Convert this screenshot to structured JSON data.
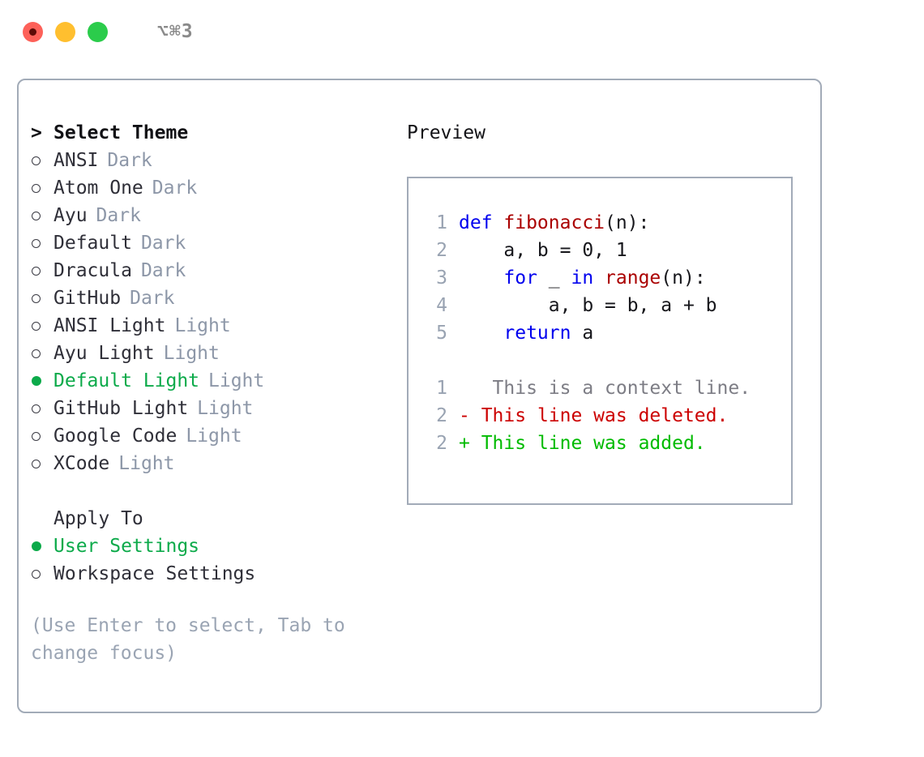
{
  "titlebar": {
    "shortcut": "⌥⌘3",
    "buttons": [
      {
        "name": "close",
        "color": "#fd6159"
      },
      {
        "name": "minimize",
        "color": "#ffbf2f"
      },
      {
        "name": "maximize",
        "color": "#2bcc4b"
      }
    ]
  },
  "theme_picker": {
    "prompt_marker": ">",
    "heading": "Select Theme",
    "items": [
      {
        "marker": "o",
        "name": "ANSI",
        "badge": "Dark",
        "selected": false
      },
      {
        "marker": "o",
        "name": "Atom One",
        "badge": "Dark",
        "selected": false
      },
      {
        "marker": "o",
        "name": "Ayu",
        "badge": "Dark",
        "selected": false
      },
      {
        "marker": "o",
        "name": "Default",
        "badge": "Dark",
        "selected": false
      },
      {
        "marker": "o",
        "name": "Dracula",
        "badge": "Dark",
        "selected": false
      },
      {
        "marker": "o",
        "name": "GitHub",
        "badge": "Dark",
        "selected": false
      },
      {
        "marker": "o",
        "name": "ANSI Light",
        "badge": "Light",
        "selected": false
      },
      {
        "marker": "o",
        "name": "Ayu Light",
        "badge": "Light",
        "selected": false
      },
      {
        "marker": "●",
        "name": "Default Light",
        "badge": "Light",
        "selected": true
      },
      {
        "marker": "o",
        "name": "GitHub Light",
        "badge": "Light",
        "selected": false
      },
      {
        "marker": "o",
        "name": "Google Code",
        "badge": "Light",
        "selected": false
      },
      {
        "marker": "o",
        "name": "XCode",
        "badge": "Light",
        "selected": false
      }
    ]
  },
  "apply_to": {
    "heading": "Apply To",
    "options": [
      {
        "marker": "●",
        "label": "User Settings",
        "selected": true
      },
      {
        "marker": "o",
        "label": "Workspace Settings",
        "selected": false
      }
    ]
  },
  "hint": "(Use Enter to select, Tab to change focus)",
  "preview": {
    "title": "Preview",
    "code_lines": [
      {
        "num": "1",
        "tokens": [
          {
            "text": "def ",
            "type": "keyword"
          },
          {
            "text": "fibonacci",
            "type": "function"
          },
          {
            "text": "(n):",
            "type": "plain"
          }
        ]
      },
      {
        "num": "2",
        "tokens": [
          {
            "text": "    a, b = 0, 1",
            "type": "plain"
          }
        ]
      },
      {
        "num": "3",
        "tokens": [
          {
            "text": "    ",
            "type": "plain"
          },
          {
            "text": "for",
            "type": "keyword"
          },
          {
            "text": " _ ",
            "type": "plain"
          },
          {
            "text": "in",
            "type": "keyword"
          },
          {
            "text": " ",
            "type": "plain"
          },
          {
            "text": "range",
            "type": "function"
          },
          {
            "text": "(n):",
            "type": "plain"
          }
        ]
      },
      {
        "num": "4",
        "tokens": [
          {
            "text": "        a, b = b, a + b",
            "type": "plain"
          }
        ]
      },
      {
        "num": "5",
        "tokens": [
          {
            "text": "    ",
            "type": "plain"
          },
          {
            "text": "return",
            "type": "keyword"
          },
          {
            "text": " a",
            "type": "plain"
          }
        ]
      }
    ],
    "diff_lines": [
      {
        "num": "1",
        "sign": " ",
        "text": "  This is a context line.",
        "type": "context"
      },
      {
        "num": "2",
        "sign": "-",
        "text": " This line was deleted.",
        "type": "deleted"
      },
      {
        "num": "2",
        "sign": "+",
        "text": " This line was added.",
        "type": "added"
      }
    ]
  },
  "colors": {
    "accent_green": "#0caa4a",
    "muted": "#8d97a8",
    "border": "#a2abb8",
    "keyword": "#0000ee",
    "function": "#aa0000",
    "diff_deleted": "#cc0000",
    "diff_added": "#00bb00"
  }
}
